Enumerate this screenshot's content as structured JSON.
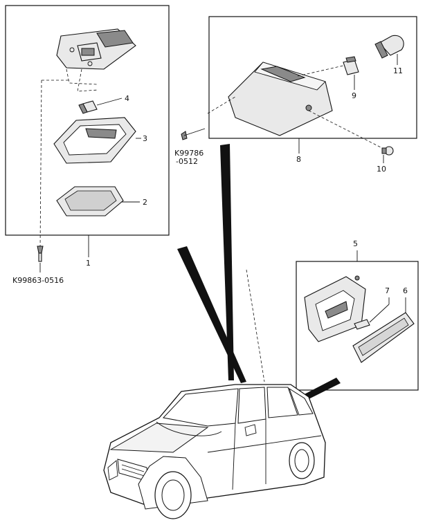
{
  "callouts": {
    "c1": "1",
    "c2": "2",
    "c3": "3",
    "c4": "4",
    "c5": "5",
    "c6": "6",
    "c7": "7",
    "c8": "8",
    "c9": "9",
    "c10": "10",
    "c11": "11"
  },
  "fasteners": {
    "screw_a": "K99863-0516",
    "screw_b_line1": "K99786",
    "screw_b_line2": "-0512"
  }
}
